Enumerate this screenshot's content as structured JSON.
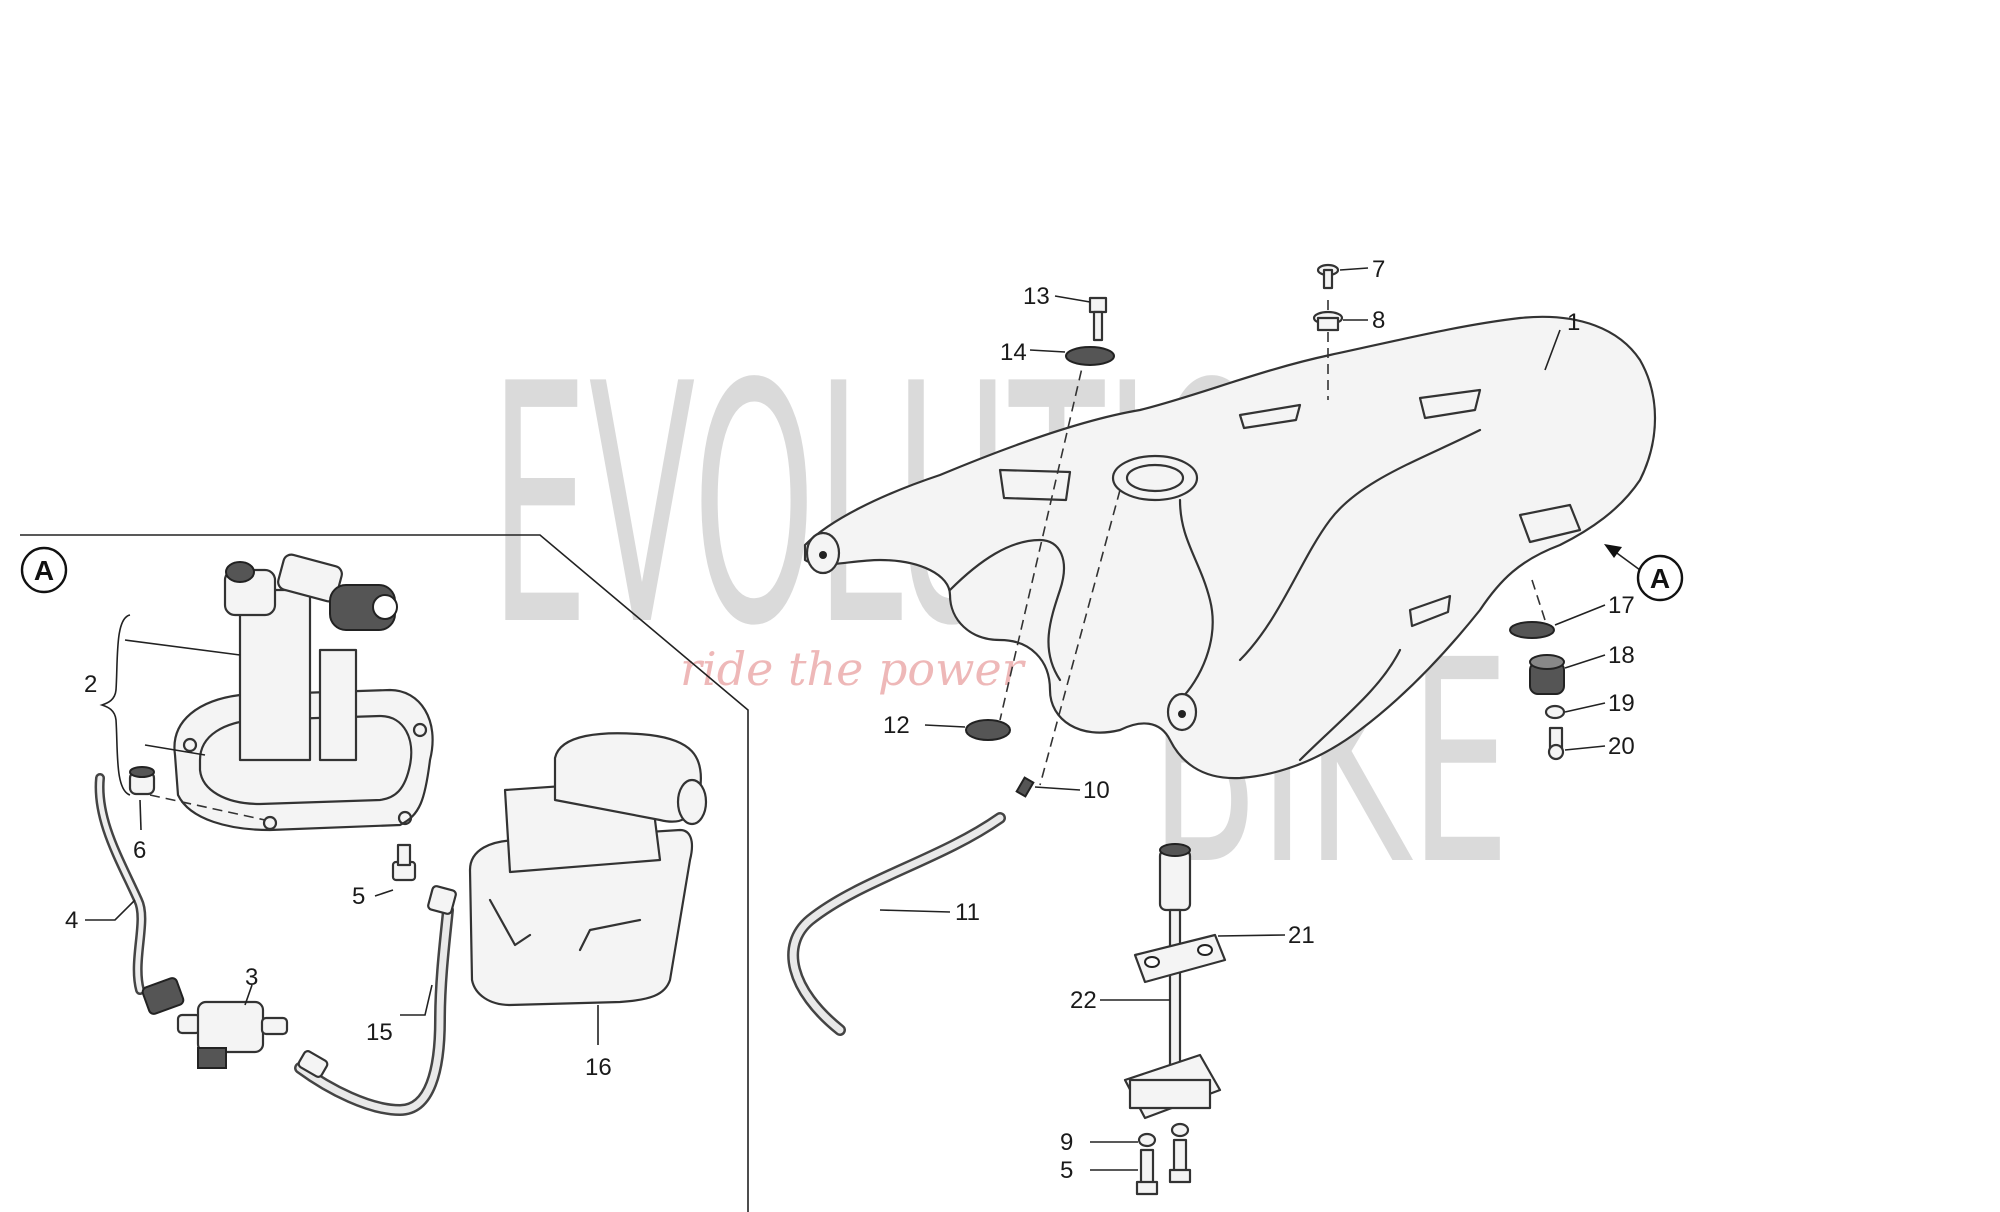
{
  "watermark": {
    "brand_top": "EVOLUTION",
    "brand_bottom": "BIKE",
    "tagline": "ride the power"
  },
  "view_marker": {
    "letter": "A"
  },
  "parts": [
    {
      "id": "p1",
      "label": "1"
    },
    {
      "id": "p2",
      "label": "2"
    },
    {
      "id": "p3",
      "label": "3"
    },
    {
      "id": "p4",
      "label": "4"
    },
    {
      "id": "p5a",
      "label": "5"
    },
    {
      "id": "p5b",
      "label": "5"
    },
    {
      "id": "p6",
      "label": "6"
    },
    {
      "id": "p7",
      "label": "7"
    },
    {
      "id": "p8",
      "label": "8"
    },
    {
      "id": "p9",
      "label": "9"
    },
    {
      "id": "p10",
      "label": "10"
    },
    {
      "id": "p11",
      "label": "11"
    },
    {
      "id": "p12",
      "label": "12"
    },
    {
      "id": "p13",
      "label": "13"
    },
    {
      "id": "p14",
      "label": "14"
    },
    {
      "id": "p15",
      "label": "15"
    },
    {
      "id": "p16",
      "label": "16"
    },
    {
      "id": "p17",
      "label": "17"
    },
    {
      "id": "p18",
      "label": "18"
    },
    {
      "id": "p19",
      "label": "19"
    },
    {
      "id": "p20",
      "label": "20"
    },
    {
      "id": "p21",
      "label": "21"
    },
    {
      "id": "p22",
      "label": "22"
    }
  ]
}
